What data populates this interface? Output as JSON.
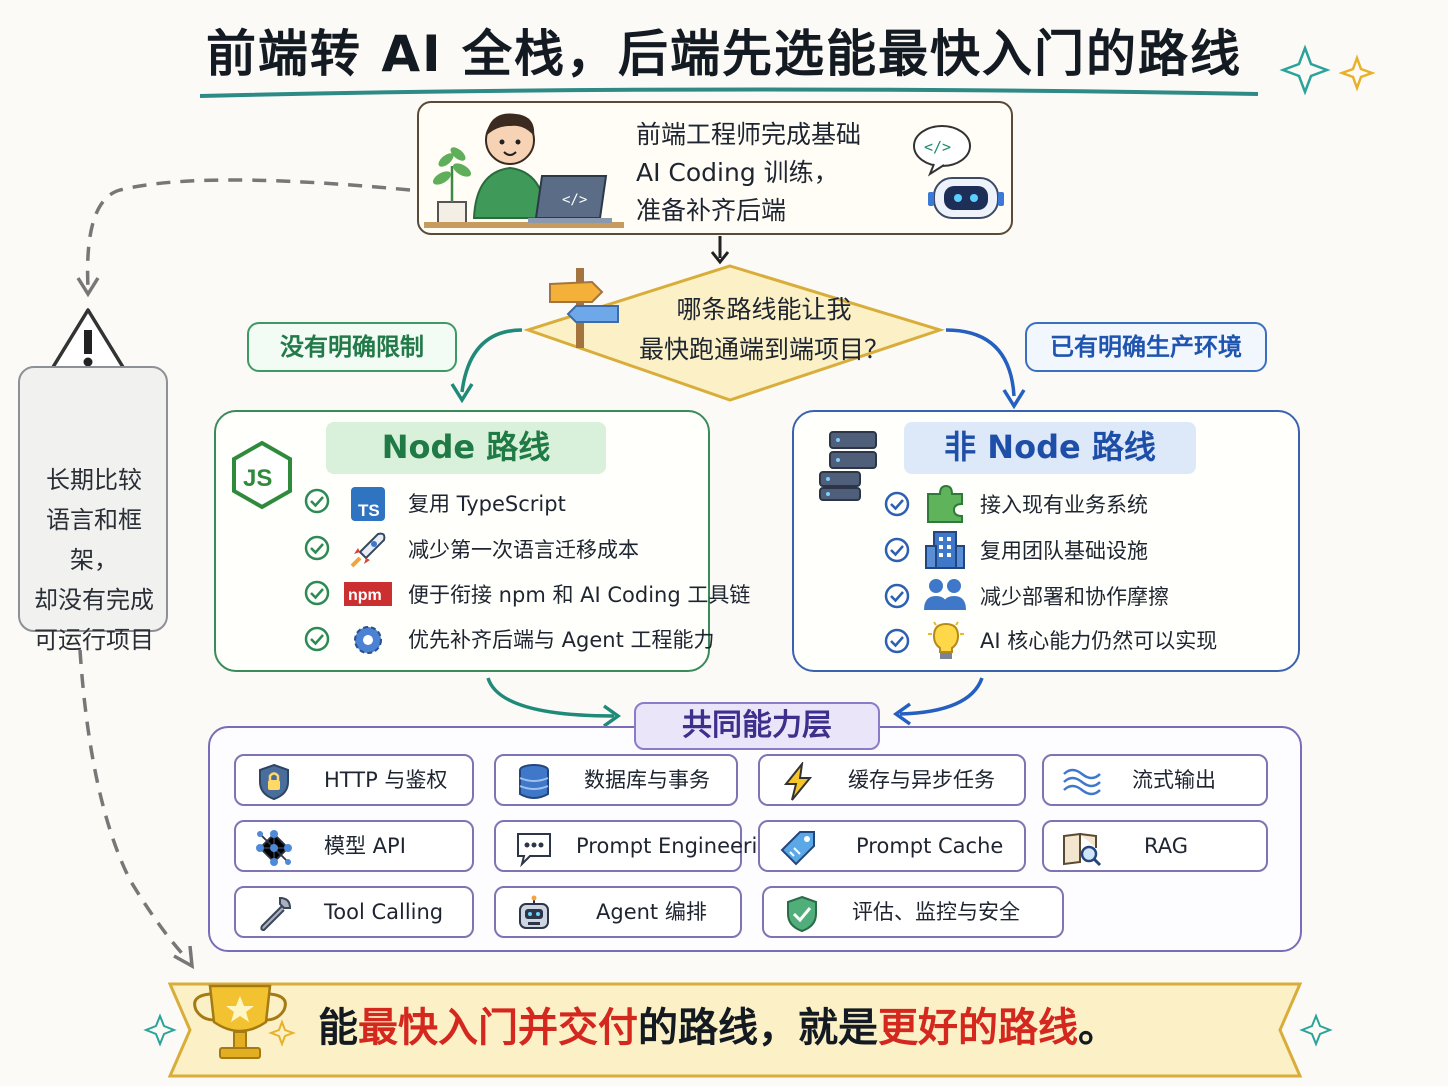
{
  "title": "前端转 AI 全栈，后端先选能最快入门的路线",
  "start": {
    "lines": [
      "前端工程师完成基础",
      "AI Coding 训练，",
      "准备补齐后端"
    ],
    "laptop_code": "</>",
    "robot_bubble": "</>"
  },
  "decision": {
    "lines": [
      "哪条路线能让我",
      "最快跑通端到端项目？"
    ]
  },
  "conditions": {
    "left": "没有明确限制",
    "right": "已有明确生产环境"
  },
  "node_route": {
    "title": "Node 路线",
    "logo": "JS",
    "items": [
      {
        "icon": "typescript-icon",
        "badge": "TS",
        "text": "复用 TypeScript"
      },
      {
        "icon": "rocket-icon",
        "text": "减少第一次语言迁移成本"
      },
      {
        "icon": "npm-icon",
        "badge": "npm",
        "text": "便于衔接 npm 和 AI Coding 工具链"
      },
      {
        "icon": "gear-icon",
        "text": "优先补齐后端与 Agent 工程能力"
      }
    ]
  },
  "non_node_route": {
    "title": "非 Node 路线",
    "items": [
      {
        "icon": "puzzle-icon",
        "text": "接入现有业务系统"
      },
      {
        "icon": "building-icon",
        "text": "复用团队基础设施"
      },
      {
        "icon": "team-icon",
        "text": "减少部署和协作摩擦"
      },
      {
        "icon": "lightbulb-icon",
        "text": "AI 核心能力仍然可以实现"
      }
    ]
  },
  "common_layer": {
    "title": "共同能力层",
    "cells": [
      {
        "icon": "lock-shield-icon",
        "text": "HTTP 与鉴权"
      },
      {
        "icon": "database-icon",
        "text": "数据库与事务"
      },
      {
        "icon": "lightning-icon",
        "text": "缓存与异步任务"
      },
      {
        "icon": "wave-icon",
        "text": "流式输出"
      },
      {
        "icon": "network-icon",
        "text": "模型 API"
      },
      {
        "icon": "chat-bubble-icon",
        "text": "Prompt Engineering"
      },
      {
        "icon": "tag-icon",
        "text": "Prompt Cache"
      },
      {
        "icon": "book-search-icon",
        "text": "RAG"
      },
      {
        "icon": "wrench-icon",
        "text": "Tool Calling"
      },
      {
        "icon": "robot-icon",
        "text": "Agent 编排"
      },
      {
        "icon": "check-shield-icon",
        "text": "评估、监控与安全"
      }
    ]
  },
  "warning": {
    "lines": [
      "长期比较",
      "语言和框架，",
      "却没有完成",
      "可运行项目"
    ]
  },
  "banner": {
    "parts": [
      {
        "text": "能",
        "highlight": false
      },
      {
        "text": "最快入门并交付",
        "highlight": true
      },
      {
        "text": "的路线，就是",
        "highlight": false
      },
      {
        "text": "更好的路线",
        "highlight": true
      },
      {
        "text": "。",
        "highlight": false
      }
    ]
  },
  "colors": {
    "green": "#3a8a5b",
    "blue": "#3a62b0",
    "purple": "#7a6cb8",
    "red": "#d4281f",
    "gold": "#e8b92a"
  }
}
